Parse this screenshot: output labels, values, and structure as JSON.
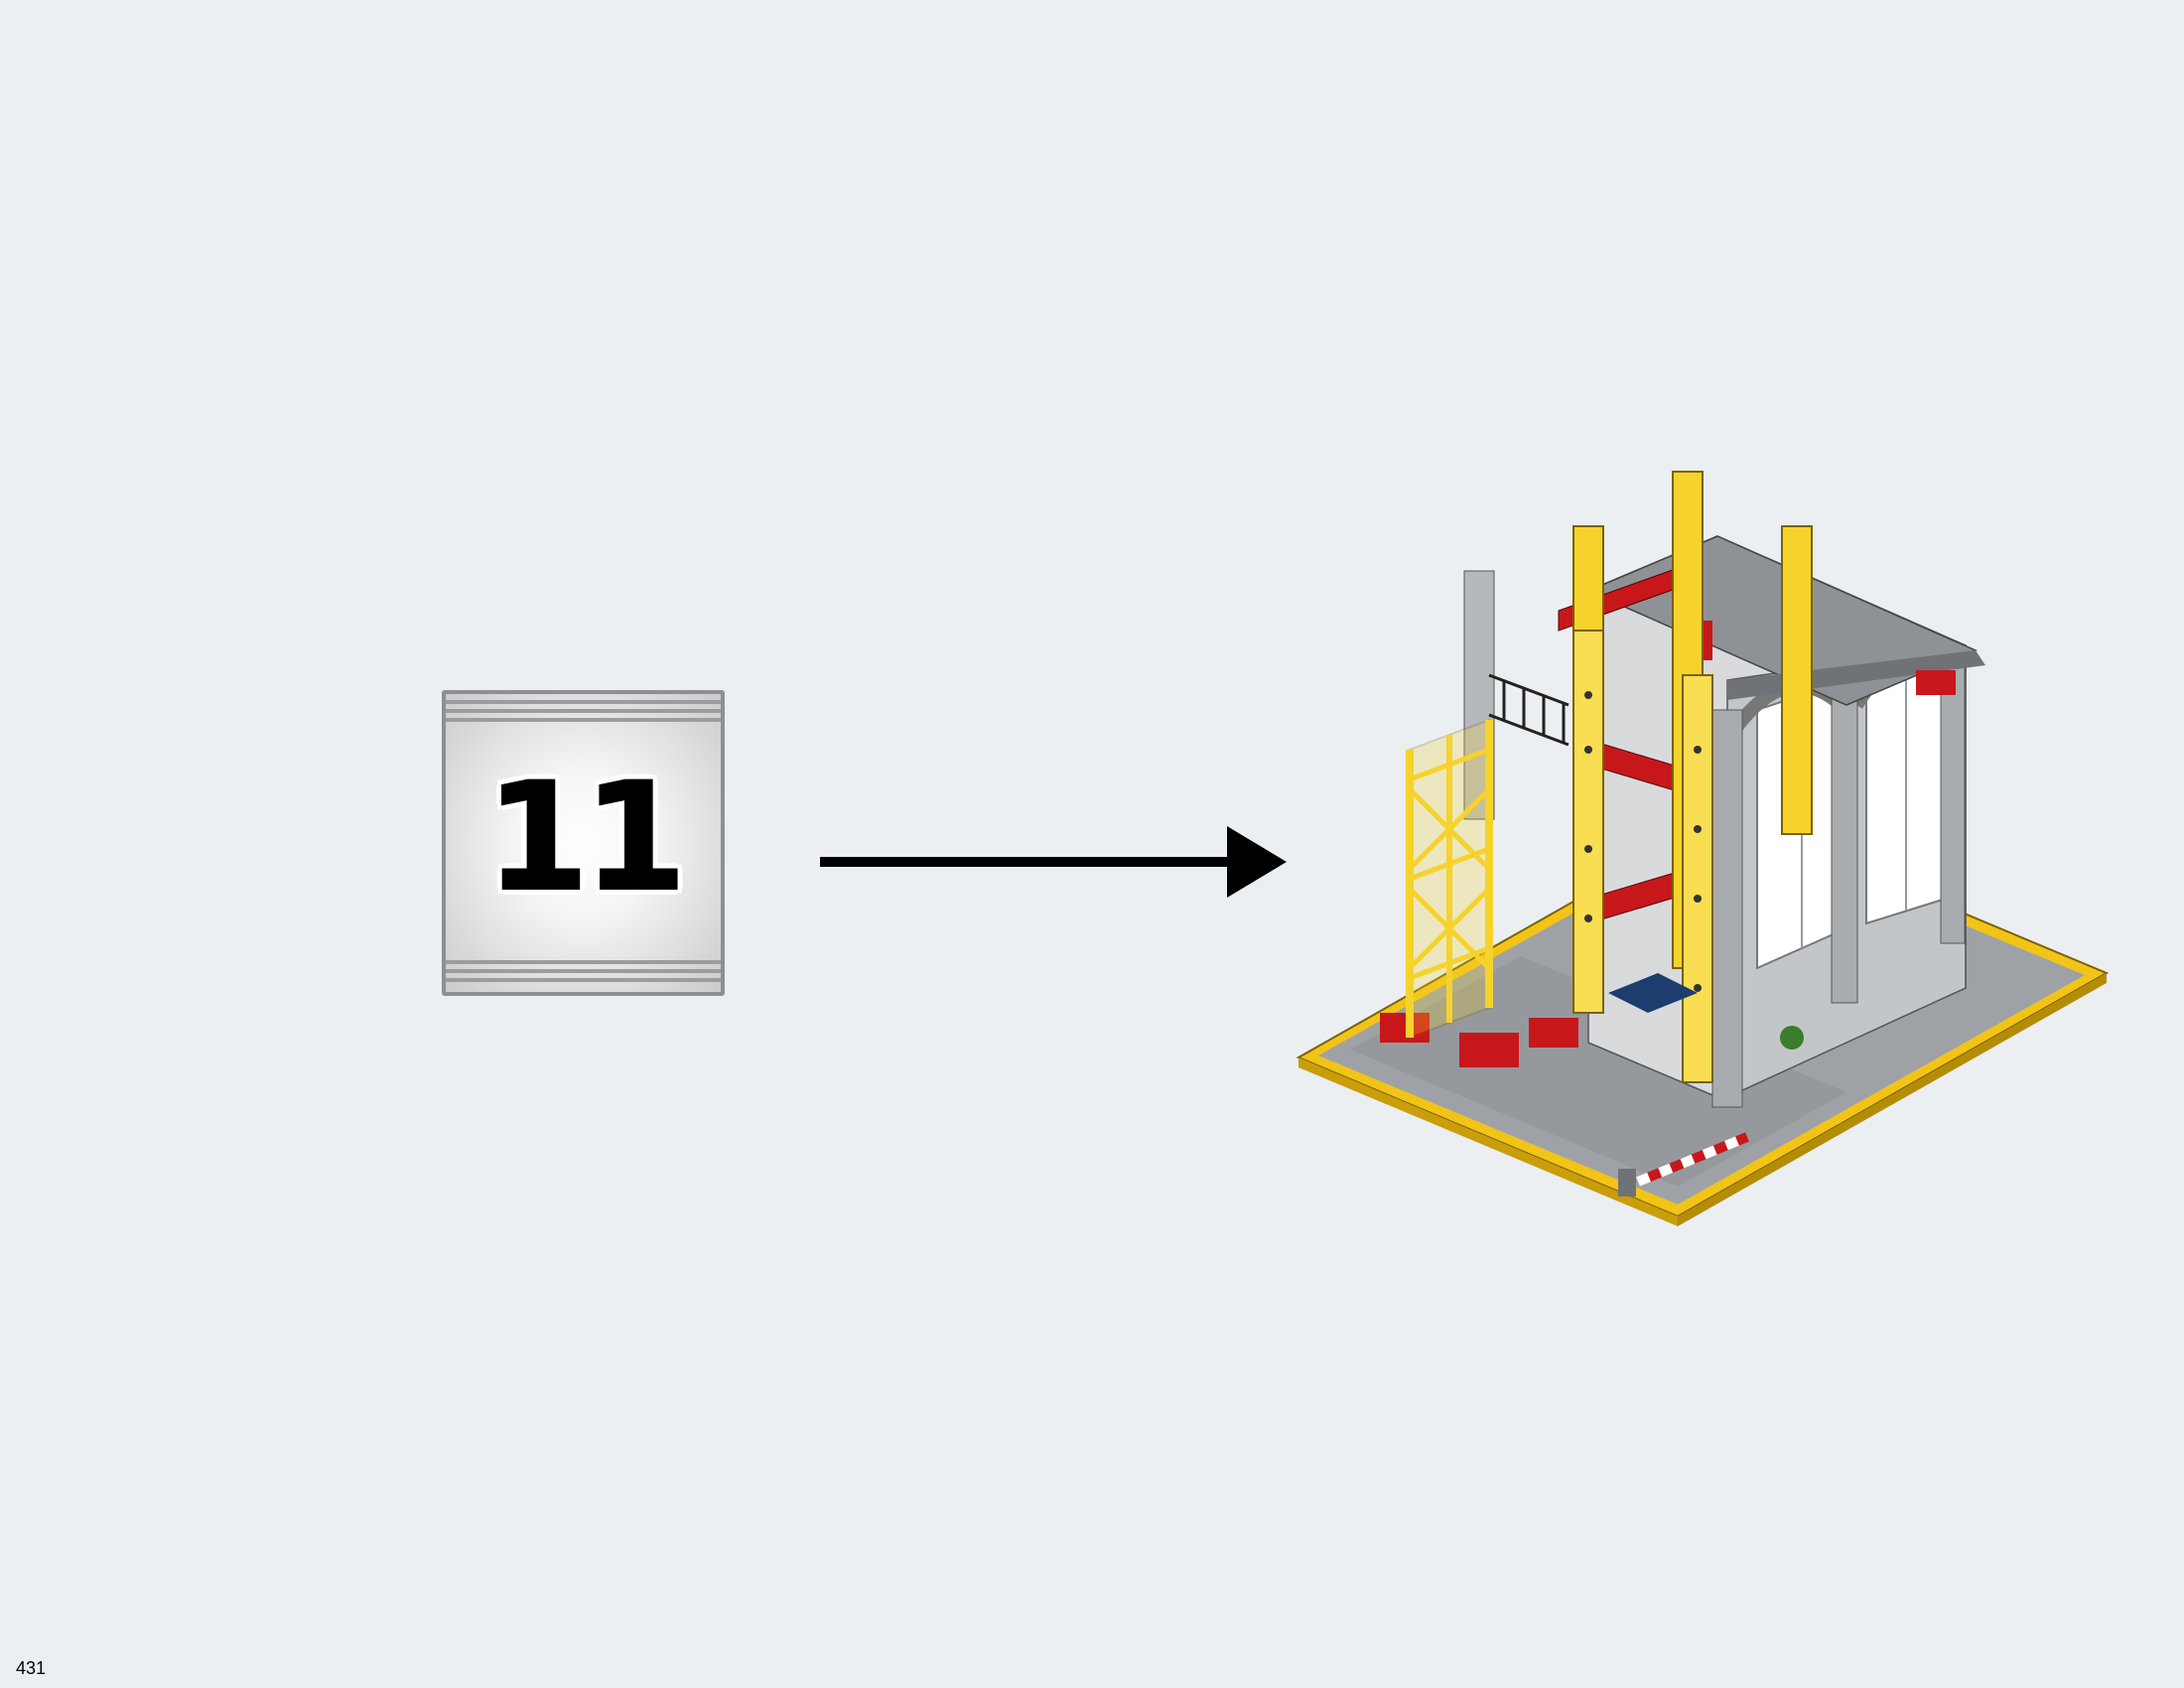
{
  "bag": {
    "number": "11"
  },
  "page": {
    "number": "431"
  },
  "colors": {
    "background": "#ebeff2",
    "bag_border": "#8d8f92",
    "arrow": "#000000",
    "yellow_beam": "#f6d22c",
    "red_beam": "#c8171b",
    "light_gray_brick": "#b6b9bc",
    "dark_gray_brick": "#6f7377",
    "baseplate_yellow": "#f2c418"
  },
  "icons": {
    "arrow": "arrow-right-icon",
    "bag": "parts-bag-icon",
    "model": "building-model-illustration"
  }
}
